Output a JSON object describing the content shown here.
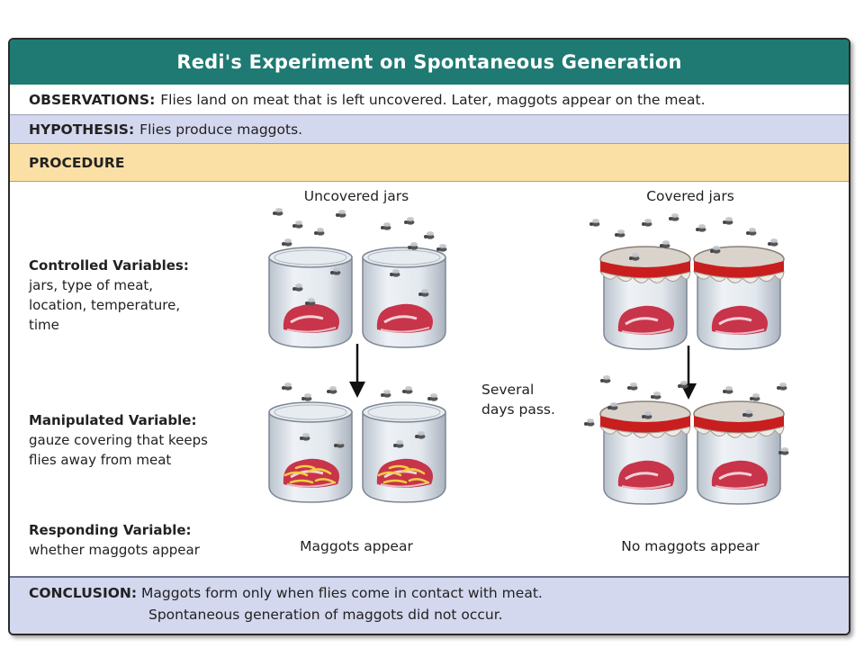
{
  "title": "Redi's Experiment on Spontaneous Generation",
  "observations": {
    "label": "OBSERVATIONS:",
    "text": "Flies land on meat that is left uncovered. Later, maggots appear on the meat."
  },
  "hypothesis": {
    "label": "HYPOTHESIS:",
    "text": "Flies produce maggots."
  },
  "procedure": {
    "label": "PROCEDURE"
  },
  "variables": {
    "controlled": {
      "title": "Controlled Variables:",
      "lines": [
        "jars, type of meat,",
        "location, temperature,",
        "time"
      ]
    },
    "manipulated": {
      "title": "Manipulated Variable:",
      "lines": [
        "gauze covering that keeps",
        "flies away from meat"
      ]
    },
    "responding": {
      "title": "Responding Variable:",
      "lines": [
        "whether maggots appear"
      ]
    }
  },
  "groups": {
    "uncovered": {
      "label": "Uncovered jars",
      "result": "Maggots appear"
    },
    "covered": {
      "label": "Covered jars",
      "result": "No maggots appear"
    }
  },
  "time_note": [
    "Several",
    "days pass."
  ],
  "conclusion": {
    "label": "CONCLUSION:",
    "line1": "Maggots form only when flies come in contact with meat.",
    "line2": "Spontaneous generation of maggots did not occur."
  },
  "colors": {
    "header": "#1e7a72",
    "band": "#d4d8ee",
    "procedure": "#fbe0a6",
    "gauze_band": "#c81e1e",
    "meat": "#c8344a"
  },
  "icons": [
    "fly-icon",
    "jar-icon",
    "meat-icon",
    "gauze-cover-icon",
    "down-arrow-icon",
    "maggots-icon"
  ]
}
